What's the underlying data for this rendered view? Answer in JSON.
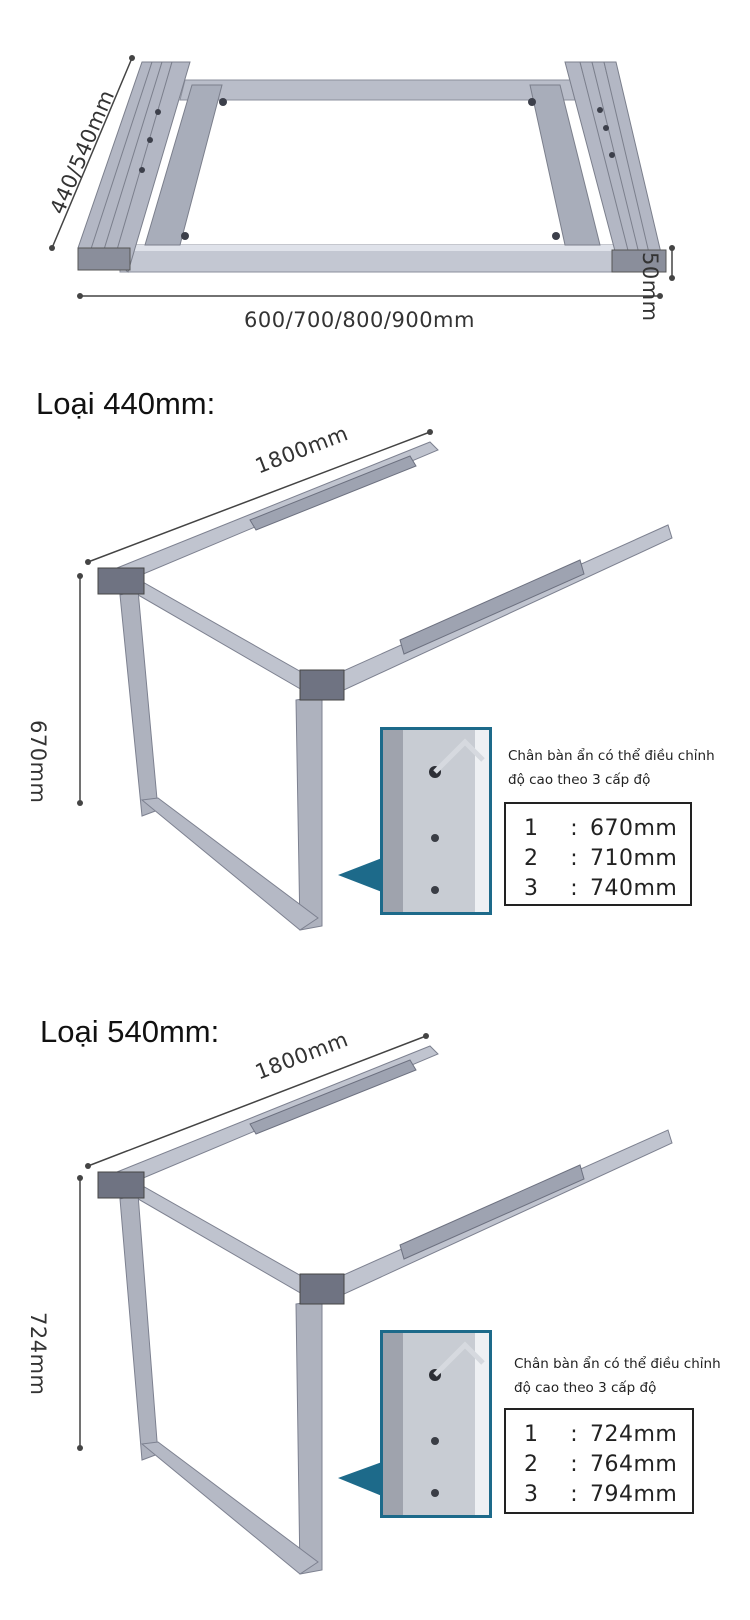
{
  "top_frame": {
    "depth_label": "440/540mm",
    "width_label": "600/700/800/900mm",
    "height_label": "50mm"
  },
  "sections": [
    {
      "title": "Loại 440mm:",
      "length_label": "1800mm",
      "height_label": "670mm",
      "note_line1": "Chân bàn ẩn có thể điều chỉnh",
      "note_line2": "độ cao theo 3 cấp độ",
      "levels": [
        {
          "num": "1",
          "sep": ":",
          "value": "670mm"
        },
        {
          "num": "2",
          "sep": ":",
          "value": "710mm"
        },
        {
          "num": "3",
          "sep": ":",
          "value": "740mm"
        }
      ]
    },
    {
      "title": "Loại 540mm:",
      "length_label": "1800mm",
      "height_label": "724mm",
      "note_line1": "Chân bàn ẩn có thể điều chỉnh",
      "note_line2": "độ cao theo 3 cấp độ",
      "levels": [
        {
          "num": "1",
          "sep": ":",
          "value": "724mm"
        },
        {
          "num": "2",
          "sep": ":",
          "value": "764mm"
        },
        {
          "num": "3",
          "sep": ":",
          "value": "794mm"
        }
      ]
    }
  ],
  "colors": {
    "metal_light": "#c9ccd6",
    "metal_mid": "#a4a8b6",
    "metal_dark": "#6e7282",
    "inset_border": "#1d6a8a",
    "pointer": "#1d6a8a"
  }
}
